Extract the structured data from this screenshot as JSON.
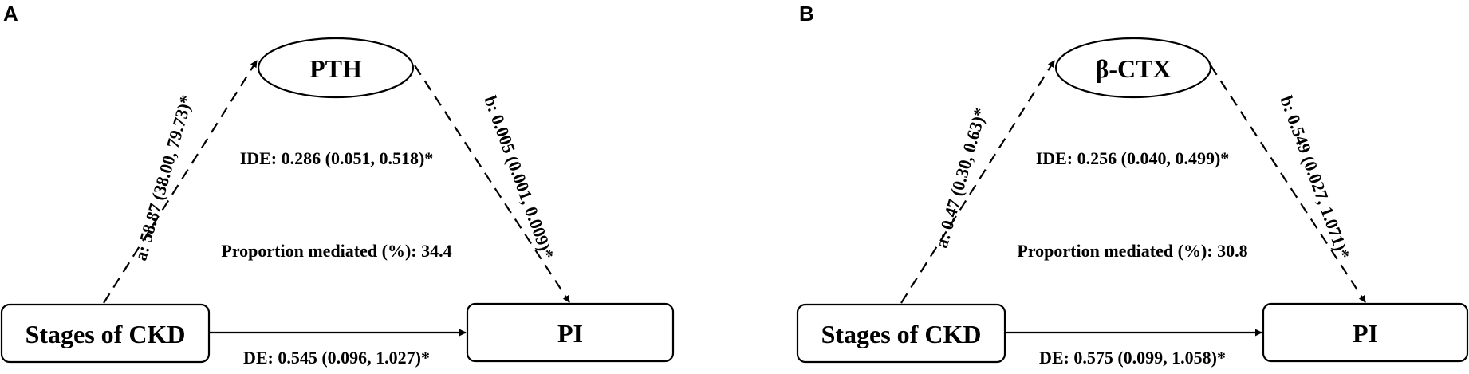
{
  "panels": [
    {
      "label": "A",
      "x_node": "Stages of CKD",
      "m_node": "PTH",
      "y_node": "PI",
      "a_path": "a: 58.87 (38.00, 79.73)*",
      "b_path": "b: 0.005 (0.001, 0.009)*",
      "ide": "IDE: 0.286 (0.051, 0.518)*",
      "proportion": "Proportion mediated (%): 34.4",
      "de": "DE: 0.545 (0.096, 1.027)*"
    },
    {
      "label": "B",
      "x_node": "Stages of CKD",
      "m_node": "β-CTX",
      "y_node": "PI",
      "a_path": "a: 0.47 (0.30, 0.63)*",
      "b_path": "b: 0.549 (0.027, 1.071)*",
      "ide": "IDE: 0.256 (0.040, 0.499)*",
      "proportion": "Proportion mediated (%): 30.8",
      "de": "DE: 0.575 (0.099, 1.058)*"
    }
  ]
}
